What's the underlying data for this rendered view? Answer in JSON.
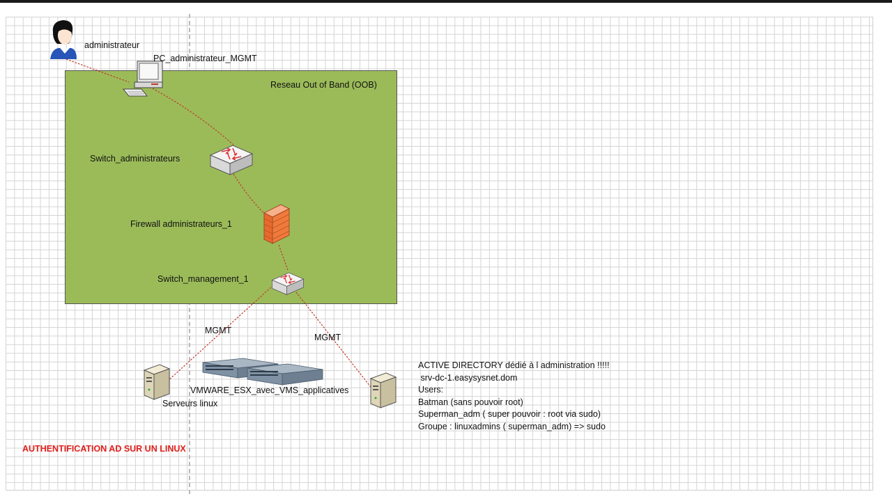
{
  "diagram": {
    "title": "AUTHENTIFICATION AD SUR UN LINUX",
    "title_color": "#e0201c",
    "zone": {
      "label": "Reseau Out of Band (OOB)",
      "color": "#9bbb59"
    },
    "nodes": {
      "user": {
        "label": "administrateur",
        "icon": "person-icon"
      },
      "pc": {
        "label": "PC_administrateur_MGMT",
        "icon": "computer-icon"
      },
      "switch_admin": {
        "label": "Switch_administrateurs",
        "icon": "switch-icon"
      },
      "firewall": {
        "label": "Firewall administrateurs_1",
        "icon": "firewall-icon"
      },
      "switch_mgmt": {
        "label": "Switch_management_1",
        "icon": "switch-icon"
      },
      "linux_servers": {
        "label": "Serveurs linux",
        "icon": "server-icon"
      },
      "esx": {
        "label": "VMWARE_ESX_avec_VMS_applicatives",
        "icon": "rack-server-icon"
      },
      "ad_server": {
        "icon": "server-icon"
      }
    },
    "links": [
      {
        "label": "MGMT"
      },
      {
        "label": "MGMT"
      }
    ],
    "link_color": "#c0392b",
    "ad_note": {
      "lines": [
        "ACTIVE DIRECTORY dédié à l administration !!!!!",
        " srv-dc-1.easysysnet.dom",
        "Users:",
        "Batman (sans pouvoir root)",
        "Superman_adm ( super pouvoir : root via sudo)",
        "Groupe : linuxadmins ( superman_adm) => sudo"
      ]
    }
  }
}
